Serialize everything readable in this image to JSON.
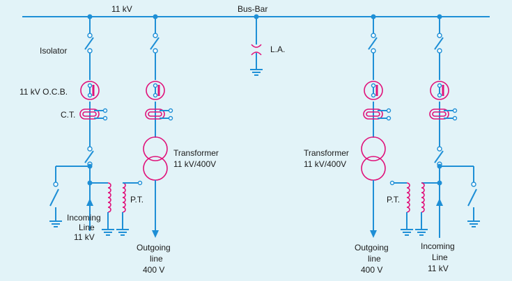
{
  "title": "Bus-Bar",
  "bus_voltage": "11 kV",
  "labels": {
    "isolator": "Isolator",
    "ocb": "11 kV O.C.B.",
    "ct": "C.T.",
    "la": "L.A.",
    "transformer_left": [
      "Transformer",
      "11 kV/400V"
    ],
    "transformer_right": [
      "Transformer",
      "11 kV/400V"
    ],
    "pt_left": "P.T.",
    "pt_right": "P.T.",
    "incoming_left": [
      "Incoming",
      "Line",
      "11 kV"
    ],
    "incoming_right": [
      "Incoming",
      "Line",
      "11 kV"
    ],
    "outgoing_left": [
      "Outgoing",
      "line",
      "400 V"
    ],
    "outgoing_right": [
      "Outgoing",
      "line",
      "400 V"
    ]
  },
  "colors": {
    "wire": "#1e8fd6",
    "coil": "#e0127a",
    "background": "#e2f3f8",
    "text": "#1a1a1a"
  }
}
